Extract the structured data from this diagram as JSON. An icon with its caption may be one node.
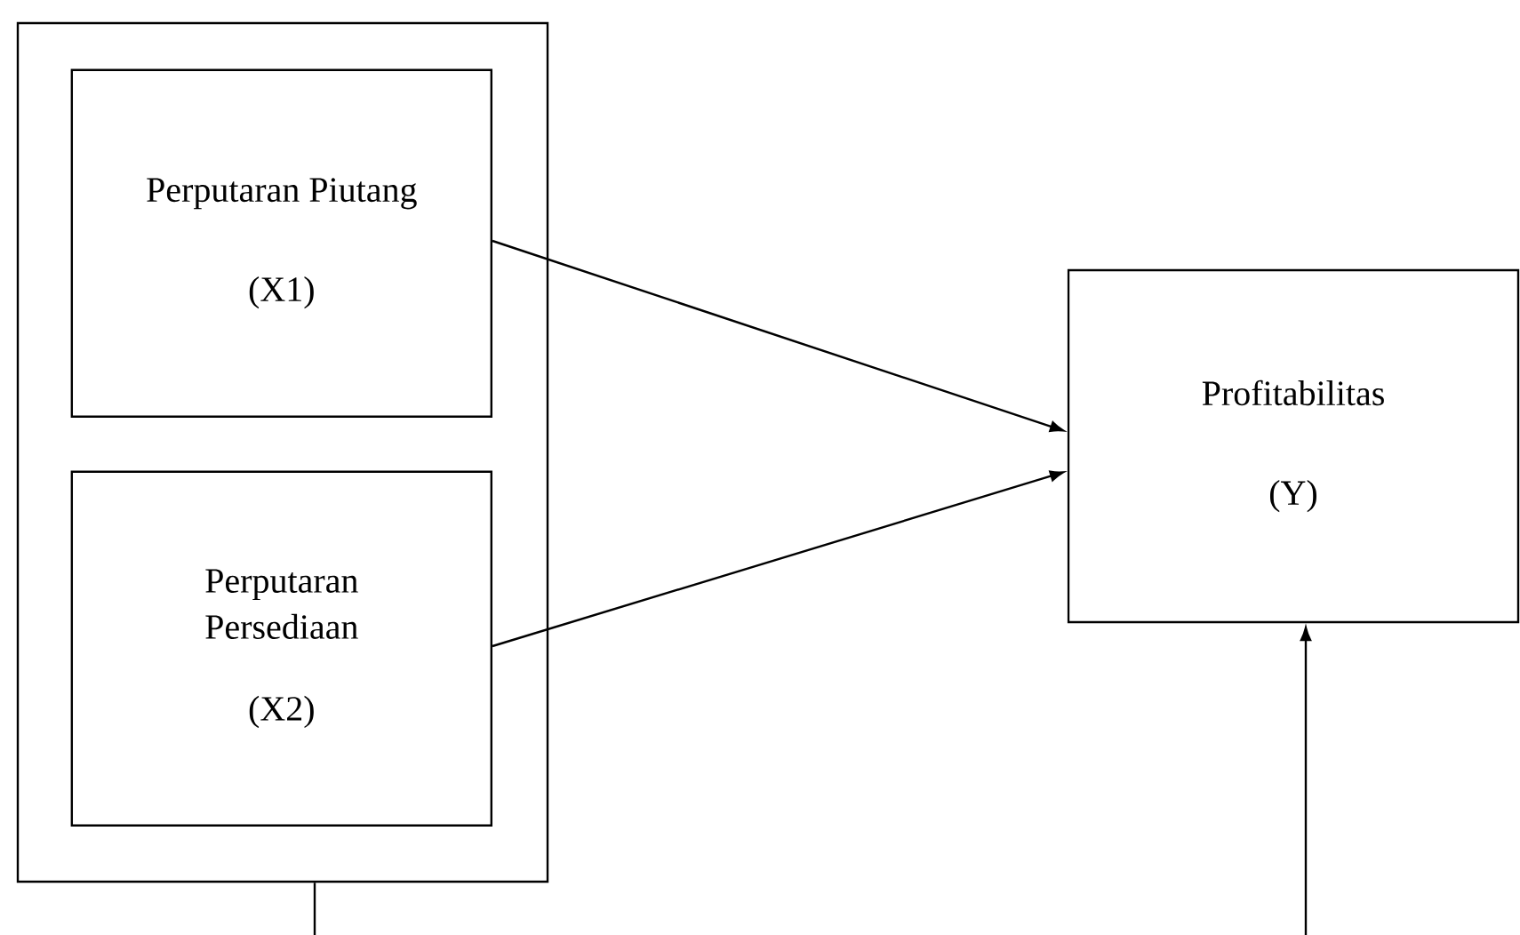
{
  "diagram": {
    "nodes": [
      {
        "text": [],
        "shape": "box"
      },
      {
        "text": [
          "Perputaran Piutang",
          "(X1)"
        ],
        "in": 0
      },
      {
        "text": [
          "Perputaran Persediaan",
          "(X2)"
        ],
        "in": 0
      },
      {
        "text": [
          "Profitabilitas",
          "(Y)"
        ]
      }
    ],
    "edges": [
      {
        "from": 1,
        "to": 3,
        "arrow": "to"
      },
      {
        "from": 2,
        "to": 3,
        "arrow": "to"
      },
      {
        "from": 0,
        "to": 3,
        "arrow": "to"
      }
    ]
  }
}
